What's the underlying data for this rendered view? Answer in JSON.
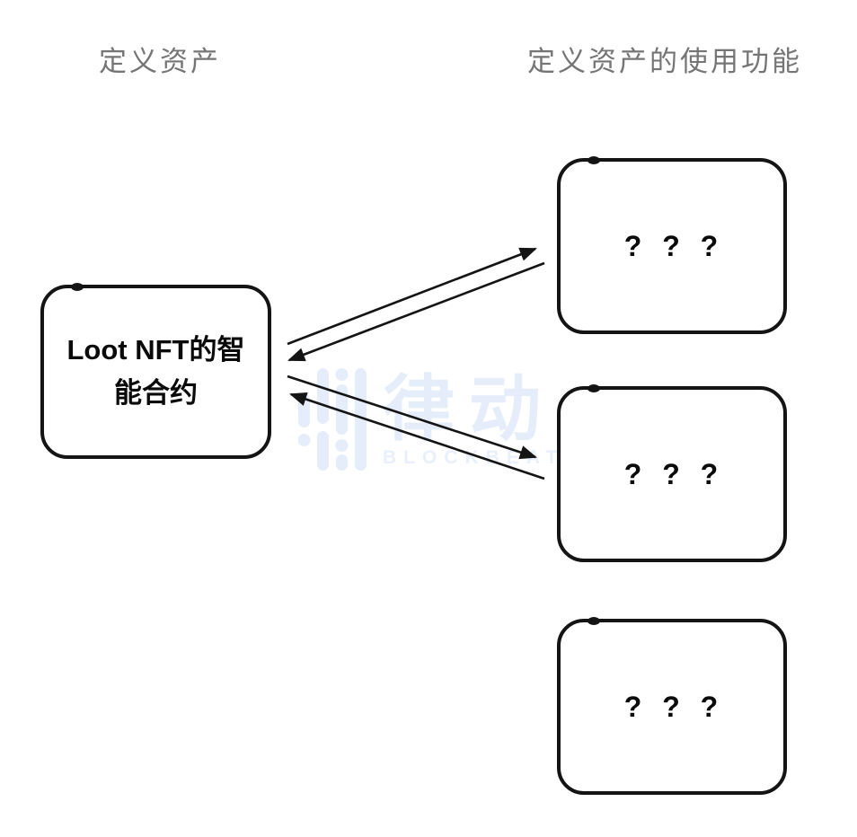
{
  "headers": {
    "left": "定义资产",
    "right": "定义资产的使用功能"
  },
  "left_box": {
    "label": "Loot NFT的智能合约"
  },
  "right_boxes": [
    {
      "label": "? ? ?"
    },
    {
      "label": "? ? ?"
    },
    {
      "label": "? ? ?"
    }
  ],
  "watermark": {
    "logo_icon": "blockbeats-equalizer-logo",
    "cjk": "律动",
    "latin": "BLOCKBEATS"
  },
  "colors": {
    "stroke": "#141414",
    "header_text": "#757575",
    "watermark": "#e6edfa",
    "background": "#ffffff"
  }
}
